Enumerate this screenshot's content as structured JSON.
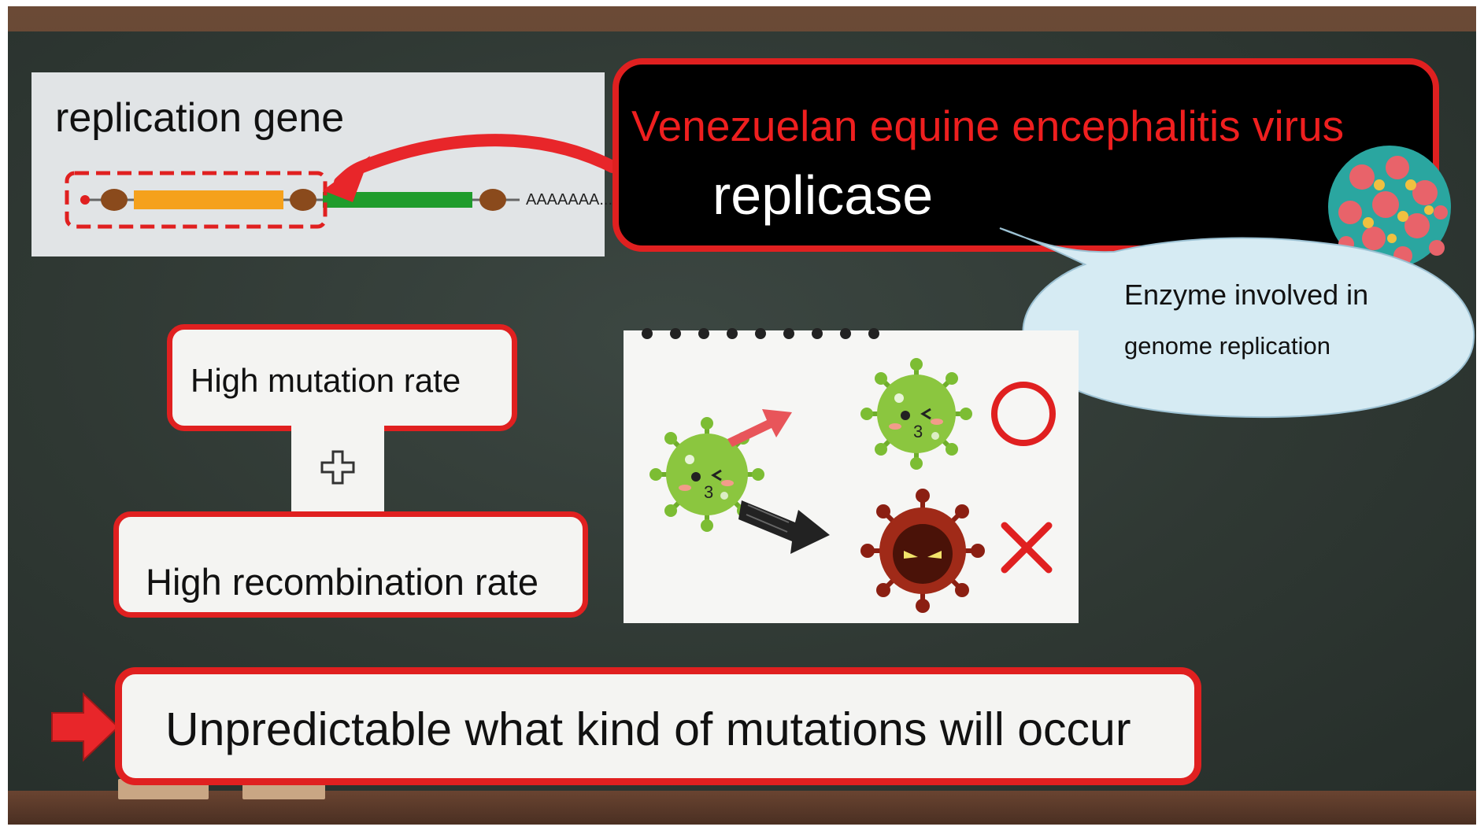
{
  "gene_panel": {
    "title": "replication gene",
    "poly_a_tail": "AAAAAAA..."
  },
  "replicase_box": {
    "virus_name": "Venezuelan equine encephalitis virus",
    "label": "replicase"
  },
  "speech_bubble": {
    "line1": "Enzyme involved in",
    "line2": "genome replication"
  },
  "rates": {
    "mutation": "High mutation rate",
    "plus_icon": "plus-icon",
    "recombination": "High recombination rate"
  },
  "illustration": {
    "good_mark_icon": "circle-icon",
    "bad_mark_icon": "cross-icon"
  },
  "conclusion": {
    "text": "Unpredictable what kind of mutations will occur"
  },
  "colors": {
    "accent_red": "#e02020",
    "virus_name_red": "#ef1f1f",
    "chalkboard": "#2f3833",
    "gene_orange": "#f5a11c",
    "gene_green": "#1f9c2c",
    "virus_green": "#8bc63f",
    "virus_dark_red": "#8b1f12"
  }
}
